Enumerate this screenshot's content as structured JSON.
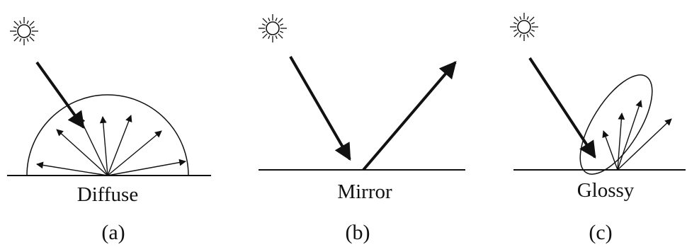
{
  "panels": [
    {
      "id": "a",
      "surface_label": "Diffuse",
      "caption": "(a)"
    },
    {
      "id": "b",
      "surface_label": "Mirror",
      "caption": "(b)"
    },
    {
      "id": "c",
      "surface_label": "Glossy",
      "caption": "(c)"
    }
  ],
  "colors": {
    "ink": "#111111",
    "background": "#ffffff"
  }
}
